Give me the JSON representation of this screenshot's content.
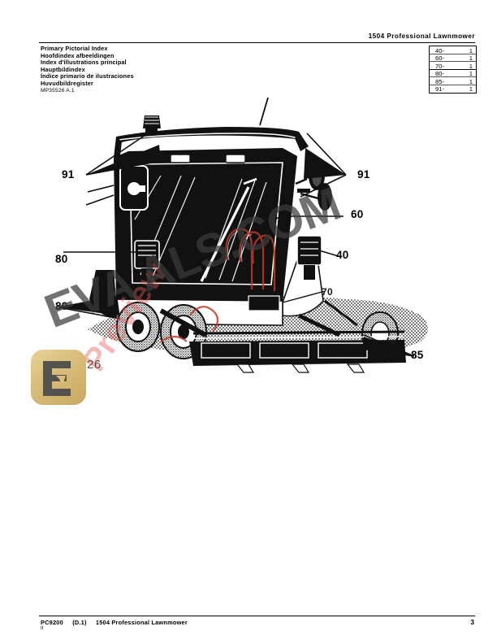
{
  "header": {
    "title": "1504 Professional Lawnmower"
  },
  "index_titles": [
    "Primary Pictorial Index",
    "Hoofdindex afbeeldingen",
    "Index d'illustrations principal",
    "Hauptbildindex",
    "Índice primario de ilustraciones",
    "Huvudbildregister"
  ],
  "figure_code": "MP35526 A.1",
  "index_table": {
    "rows": [
      {
        "section": "40-",
        "page": "1",
        "group_end": false
      },
      {
        "section": "60-",
        "page": "1",
        "group_end": false
      },
      {
        "section": "70-",
        "page": "1",
        "group_end": true
      },
      {
        "section": "80-",
        "page": "1",
        "group_end": false
      },
      {
        "section": "85-",
        "page": "1",
        "group_end": false
      },
      {
        "section": "91-",
        "page": "1",
        "group_end": false
      }
    ]
  },
  "callouts": [
    {
      "label": "91",
      "side": "left"
    },
    {
      "label": "91",
      "side": "right"
    },
    {
      "label": "60",
      "side": "right"
    },
    {
      "label": "40",
      "side": "right"
    },
    {
      "label": "80",
      "side": "left"
    },
    {
      "label": "80",
      "side": "left"
    },
    {
      "label": "85",
      "side": "right"
    },
    {
      "label": "70",
      "side": "inline"
    }
  ],
  "watermarks": {
    "main_text": "EVA      ALS.COM",
    "red_text": "Preview",
    "code_text": "MP35526",
    "logo_name": "ev-logo"
  },
  "footer": {
    "doc_code": "PC9200",
    "revision": "(D.1)",
    "title": "1504 Professional Lawnmower",
    "sub_mark": "II",
    "page_number": "3"
  },
  "colors": {
    "ink": "#000000",
    "logo_gold": "#d9be7d",
    "watermark_gray": "#3c3c3c",
    "watermark_red": "#e25a5a"
  }
}
